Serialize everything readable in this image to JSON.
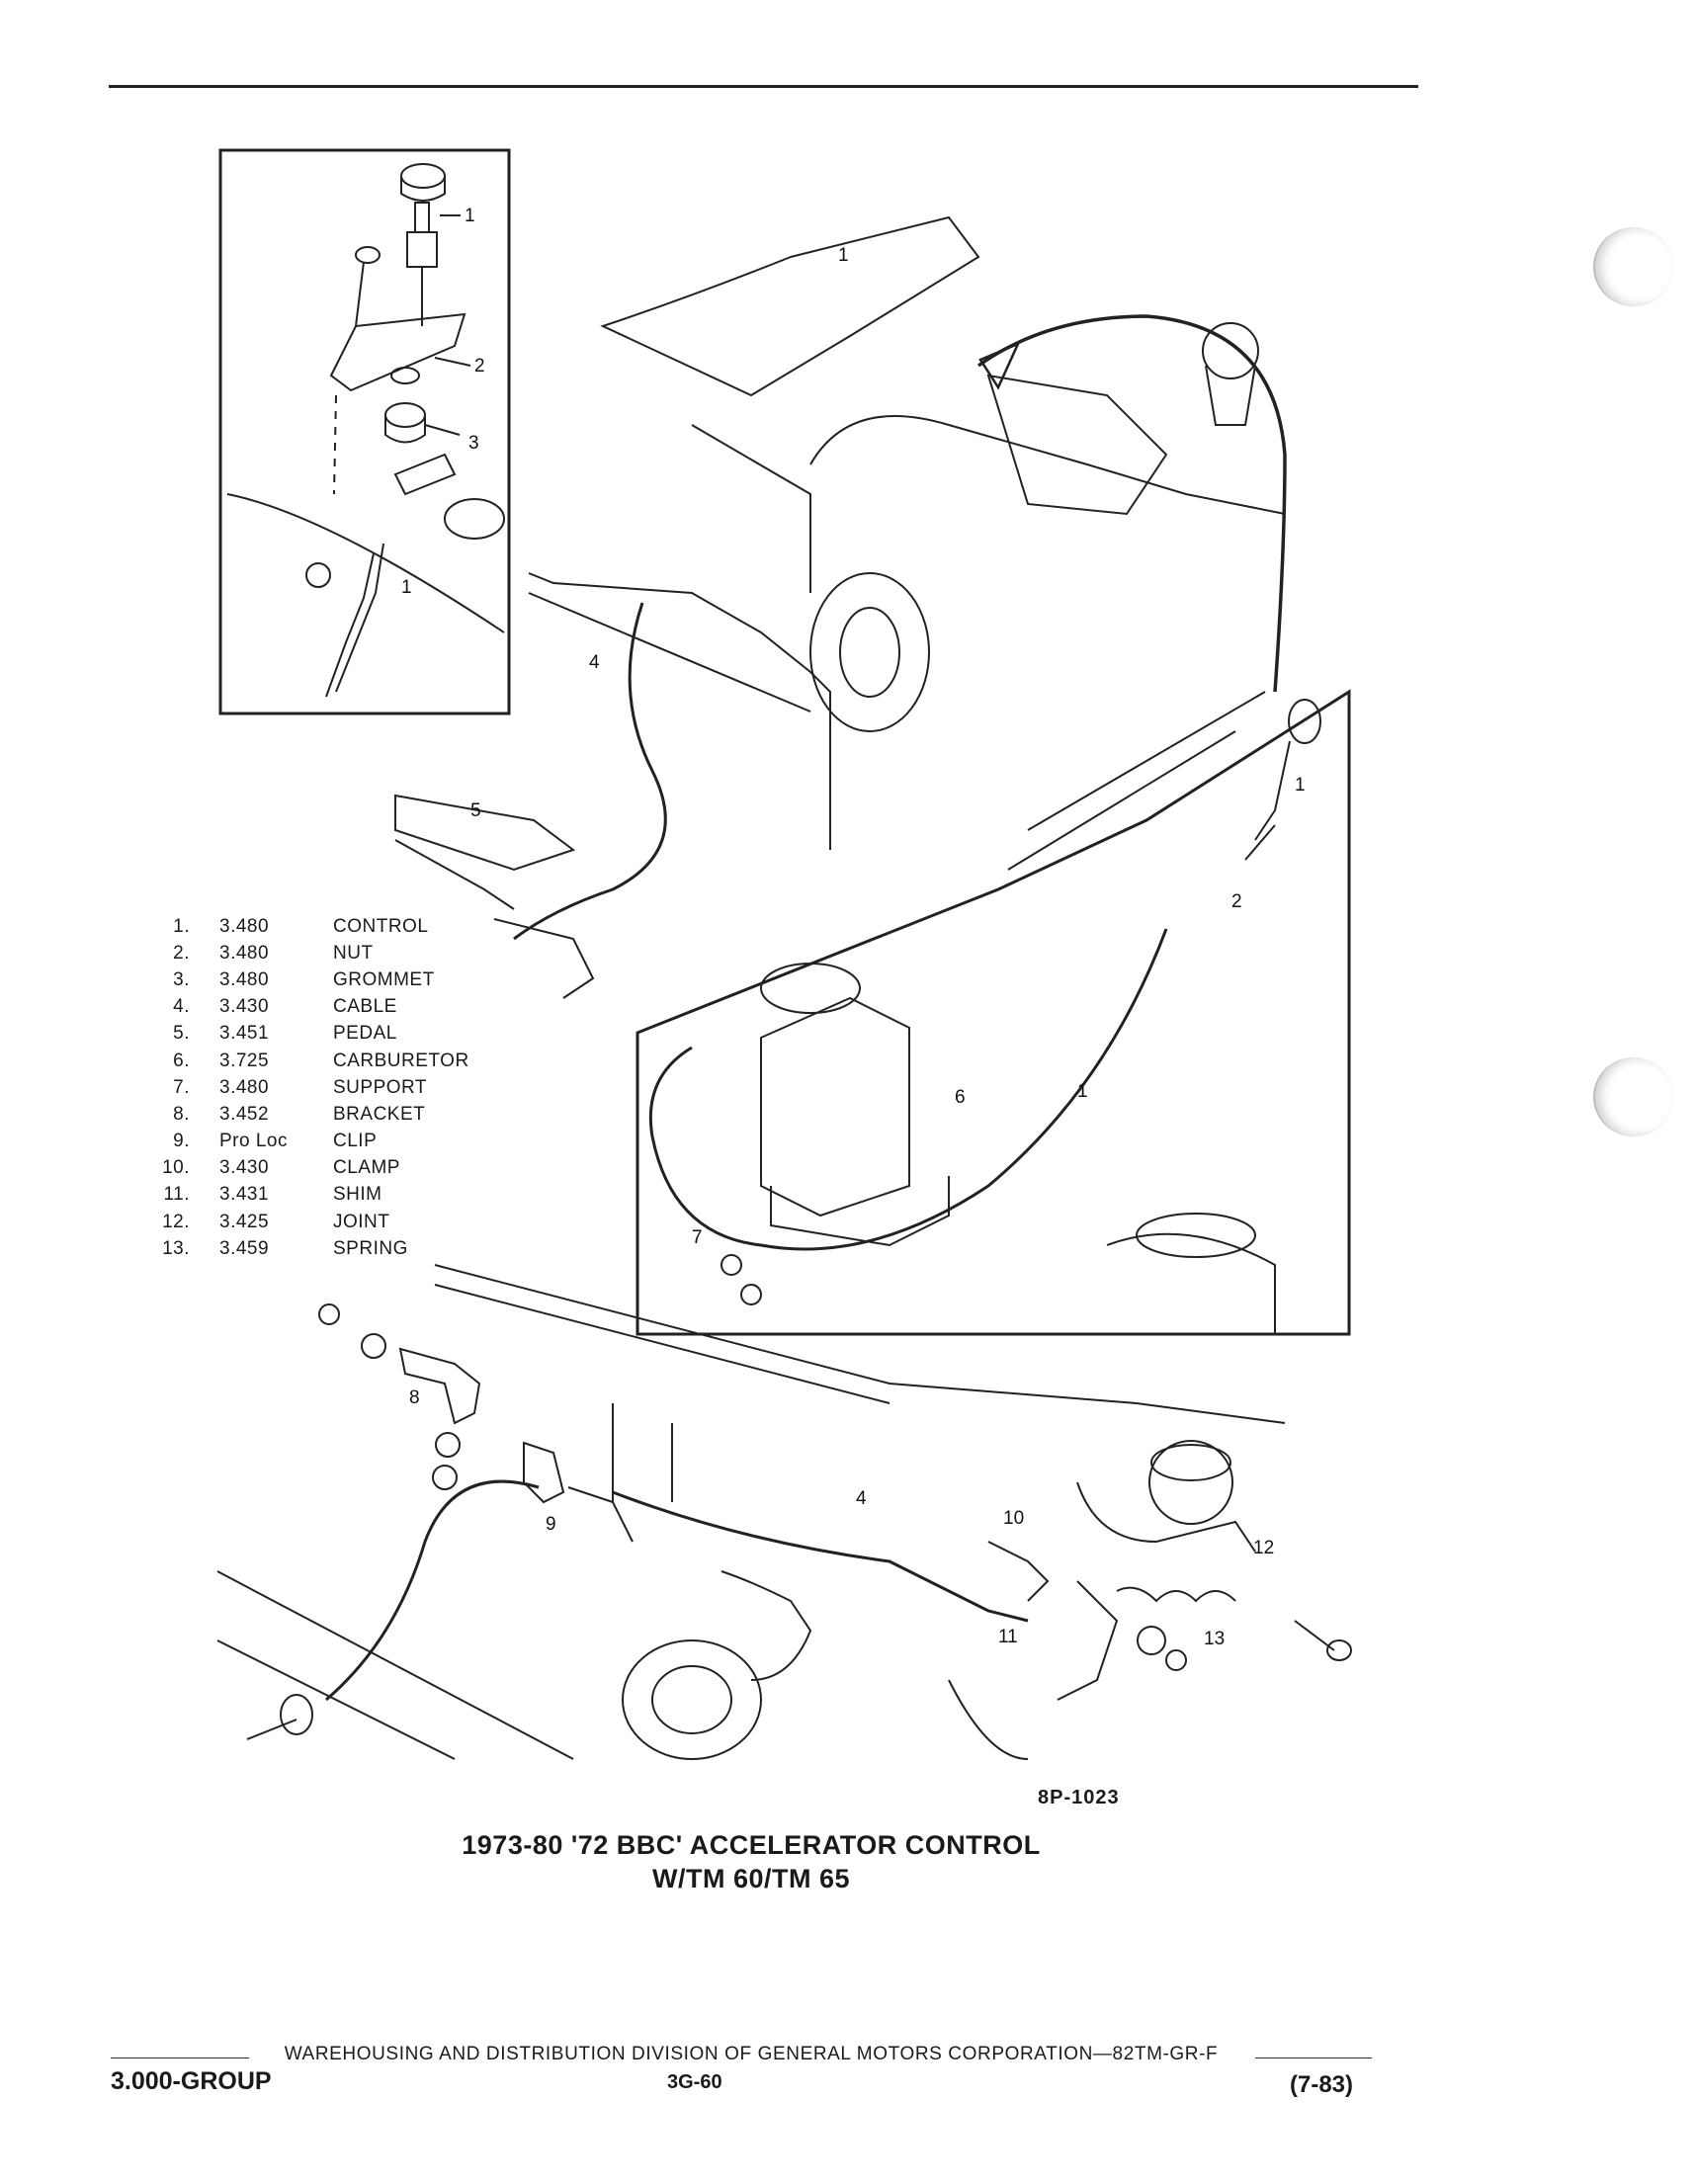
{
  "parts_list": [
    {
      "num": "1.",
      "ref": "3.480",
      "name": "CONTROL"
    },
    {
      "num": "2.",
      "ref": "3.480",
      "name": "NUT"
    },
    {
      "num": "3.",
      "ref": "3.480",
      "name": "GROMMET"
    },
    {
      "num": "4.",
      "ref": "3.430",
      "name": "CABLE"
    },
    {
      "num": "5.",
      "ref": "3.451",
      "name": "PEDAL"
    },
    {
      "num": "6.",
      "ref": "3.725",
      "name": "CARBURETOR"
    },
    {
      "num": "7.",
      "ref": "3.480",
      "name": "SUPPORT"
    },
    {
      "num": "8.",
      "ref": "3.452",
      "name": "BRACKET"
    },
    {
      "num": "9.",
      "ref": "Pro Loc",
      "name": "CLIP"
    },
    {
      "num": "10.",
      "ref": "3.430",
      "name": "CLAMP"
    },
    {
      "num": "11.",
      "ref": "3.431",
      "name": "SHIM"
    },
    {
      "num": "12.",
      "ref": "3.425",
      "name": "JOINT"
    },
    {
      "num": "13.",
      "ref": "3.459",
      "name": "SPRING"
    }
  ],
  "callouts": {
    "inset_top": [
      "1",
      "2",
      "3",
      "1"
    ],
    "main": [
      "1",
      "4",
      "5",
      "8",
      "9",
      "4",
      "10",
      "11",
      "12",
      "13"
    ],
    "inset_right": [
      "1",
      "2",
      "6",
      "1",
      "7"
    ]
  },
  "figure_number": "8P-1023",
  "caption": {
    "line1": "1973-80 '72 BBC' ACCELERATOR CONTROL",
    "line2": "W/TM 60/TM 65"
  },
  "footer": {
    "division": "WAREHOUSING AND DISTRIBUTION DIVISION OF GENERAL MOTORS CORPORATION—82TM-GR-F",
    "group": "3.000-GROUP",
    "page": "3G-60",
    "date": "(7-83)"
  }
}
